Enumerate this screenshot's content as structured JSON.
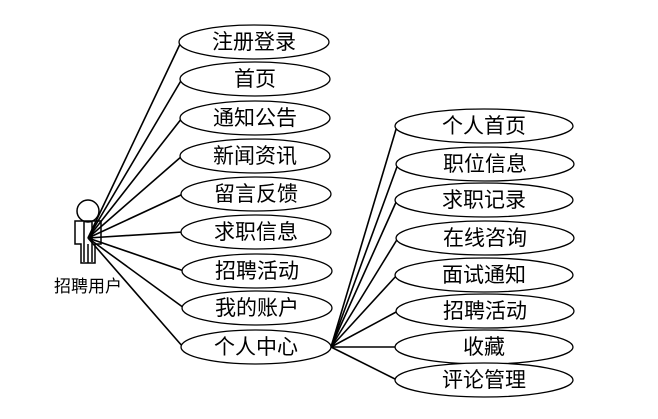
{
  "actor": {
    "label": "招聘用户"
  },
  "main_use_cases": [
    {
      "label": "注册登录"
    },
    {
      "label": "首页"
    },
    {
      "label": "通知公告"
    },
    {
      "label": "新闻资讯"
    },
    {
      "label": "留言反馈"
    },
    {
      "label": "求职信息"
    },
    {
      "label": "招聘活动"
    },
    {
      "label": "我的账户"
    },
    {
      "label": "个人中心"
    }
  ],
  "personal_center_use_cases": [
    {
      "label": "个人首页"
    },
    {
      "label": "职位信息"
    },
    {
      "label": "求职记录"
    },
    {
      "label": "在线咨询"
    },
    {
      "label": "面试通知"
    },
    {
      "label": "招聘活动"
    },
    {
      "label": "收藏"
    },
    {
      "label": "评论管理"
    }
  ]
}
